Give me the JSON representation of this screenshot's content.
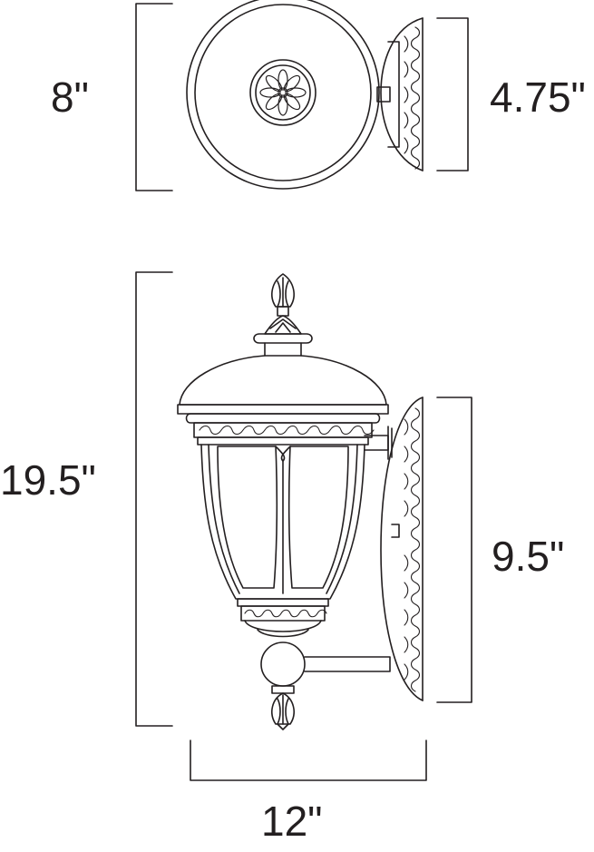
{
  "diagram": {
    "colors": {
      "line": "#231f20",
      "background": "#ffffff"
    },
    "top_view": {
      "width_label": "8\"",
      "depth_label": "4.75\""
    },
    "front_view": {
      "height_label": "19.5\"",
      "backplate_label": "9.5\"",
      "extension_label": "12\""
    }
  }
}
